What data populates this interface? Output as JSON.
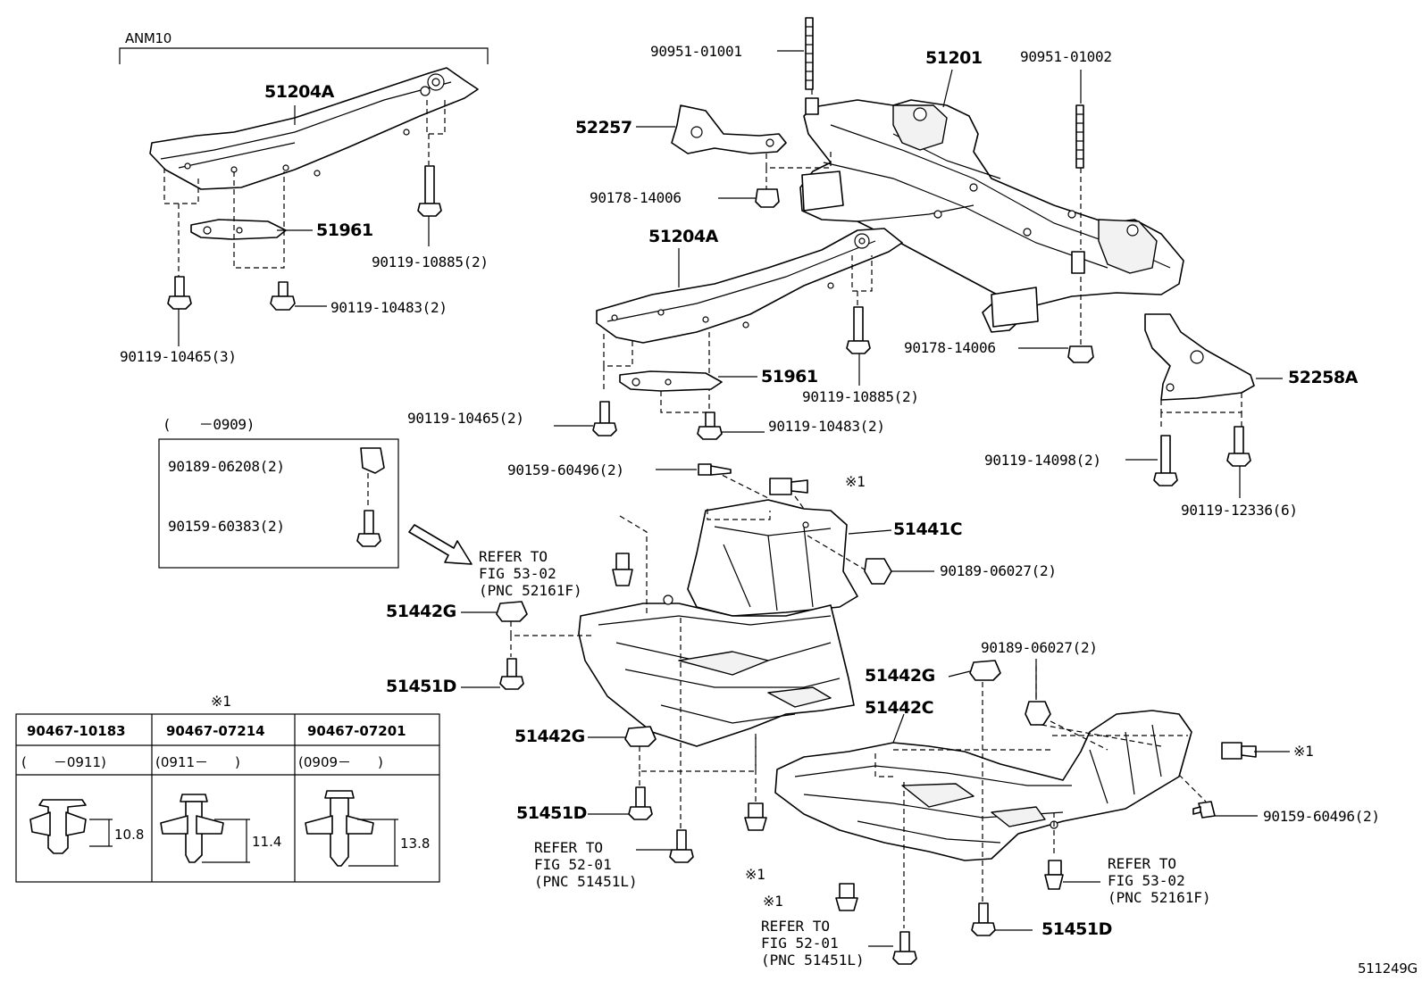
{
  "diagram_code": "511249G",
  "group_bracket": "ANM10",
  "parts": {
    "p51204A_top": "51204A",
    "p51961_top": "51961",
    "p90119_10885_top": "90119-10885(2)",
    "p90119_10483_top": "90119-10483(2)",
    "p90119_10465_top": "90119-10465(3)",
    "p90951_01001": "90951-01001",
    "p51201": "51201",
    "p90951_01002": "90951-01002",
    "p52257": "52257",
    "p90178_14006_a": "90178-14006",
    "p51204A_mid": "51204A",
    "p90178_14006_b": "90178-14006",
    "p51961_mid": "51961",
    "p90119_10885_mid": "90119-10885(2)",
    "p52258A": "52258A",
    "p90119_10465_mid": "90119-10465(2)",
    "p90119_10483_mid": "90119-10483(2)",
    "p90119_14098": "90119-14098(2)",
    "p90119_12336": "90119-12336(6)",
    "p90159_60496_a": "90159-60496(2)",
    "p51441C": "51441C",
    "p90189_06027_a": "90189-06027(2)",
    "p51442G_a": "51442G",
    "p51451D_a": "51451D",
    "p90189_06027_b": "90189-06027(2)",
    "p51442G_b": "51442G",
    "p51442C": "51442C",
    "p51442G_c": "51442G",
    "p51451D_b": "51451D",
    "p90159_60496_b": "90159-60496(2)",
    "p51451D_c": "51451D"
  },
  "inset_box": {
    "range": "(　　－0909)",
    "p90189_06208": "90189-06208(2)",
    "p90159_60383": "90159-60383(2)"
  },
  "mark_x1": "※1",
  "refs": {
    "ref_53_02_a": "REFER TO\nFIG 53-02\n(PNC 52161F)",
    "ref_52_01_a": "REFER TO\nFIG 52-01\n(PNC 51451L)",
    "ref_53_02_b": "REFER TO\nFIG 53-02\n(PNC 52161F)",
    "ref_52_01_b": "REFER TO\nFIG 52-01\n(PNC 51451L)"
  },
  "clip_table": {
    "header_mark": "※1",
    "columns": [
      {
        "part": "90467-10183",
        "range": "(　　－0911)",
        "dim": "10.8"
      },
      {
        "part": "90467-07214",
        "range": "(0911－　　)",
        "dim": "11.4"
      },
      {
        "part": "90467-07201",
        "range": "(0909－　　)",
        "dim": "13.8"
      }
    ]
  }
}
